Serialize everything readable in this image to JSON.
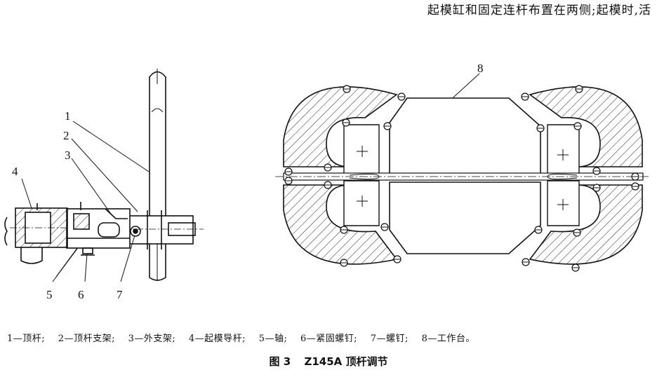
{
  "header": {
    "text": "起模缸和固定连杆布置在两侧;起模时,活"
  },
  "figure": {
    "labels": [
      "1",
      "2",
      "3",
      "4",
      "5",
      "6",
      "7",
      "8"
    ]
  },
  "legend": {
    "items": [
      "1—顶杆;",
      "2—顶杆支架;",
      "3—外支架;",
      "4—起模导杆;",
      "5—轴;",
      "6—紧固螺钉;",
      "7—螺钉;",
      "8—工作台。"
    ]
  },
  "caption": {
    "figure_no": "图 3",
    "title": "Z145A 顶杆调节"
  }
}
